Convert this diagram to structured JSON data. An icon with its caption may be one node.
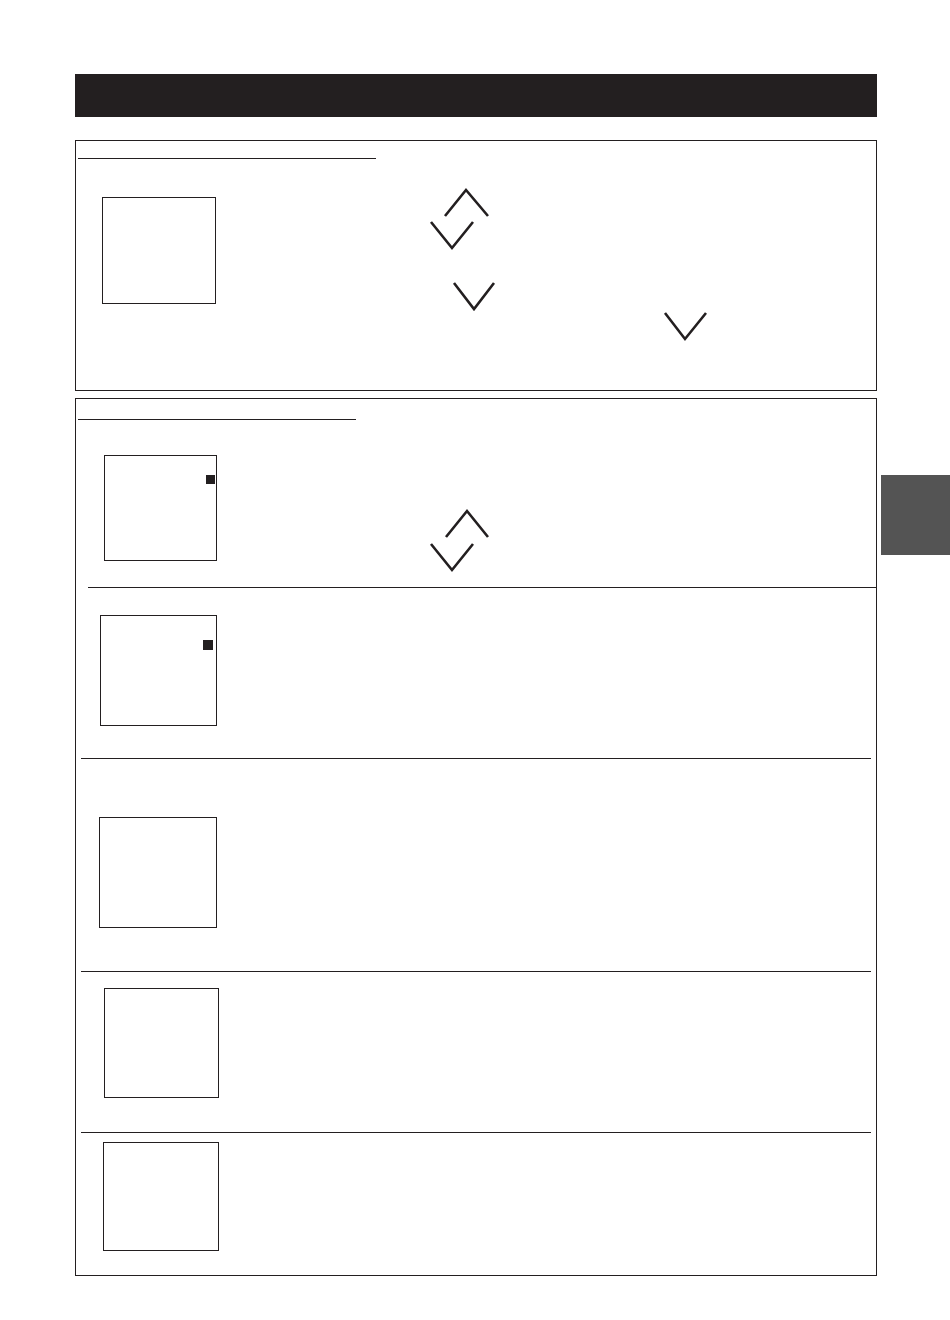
{
  "diagram": {
    "nodes": [
      {
        "text": [],
        "shape": "bar"
      },
      {
        "text": [],
        "shape": "box"
      },
      {
        "text": [],
        "shape": "box",
        "in": 1
      },
      {
        "text": [],
        "shape": "box"
      },
      {
        "text": [],
        "shape": "box",
        "in": 3
      },
      {
        "text": [],
        "shape": "box",
        "in": 3
      },
      {
        "text": [],
        "shape": "box",
        "in": 3
      },
      {
        "text": [],
        "shape": "box",
        "in": 3
      },
      {
        "text": [],
        "shape": "box",
        "in": 3
      },
      {
        "text": [],
        "shape": "bar"
      }
    ]
  }
}
